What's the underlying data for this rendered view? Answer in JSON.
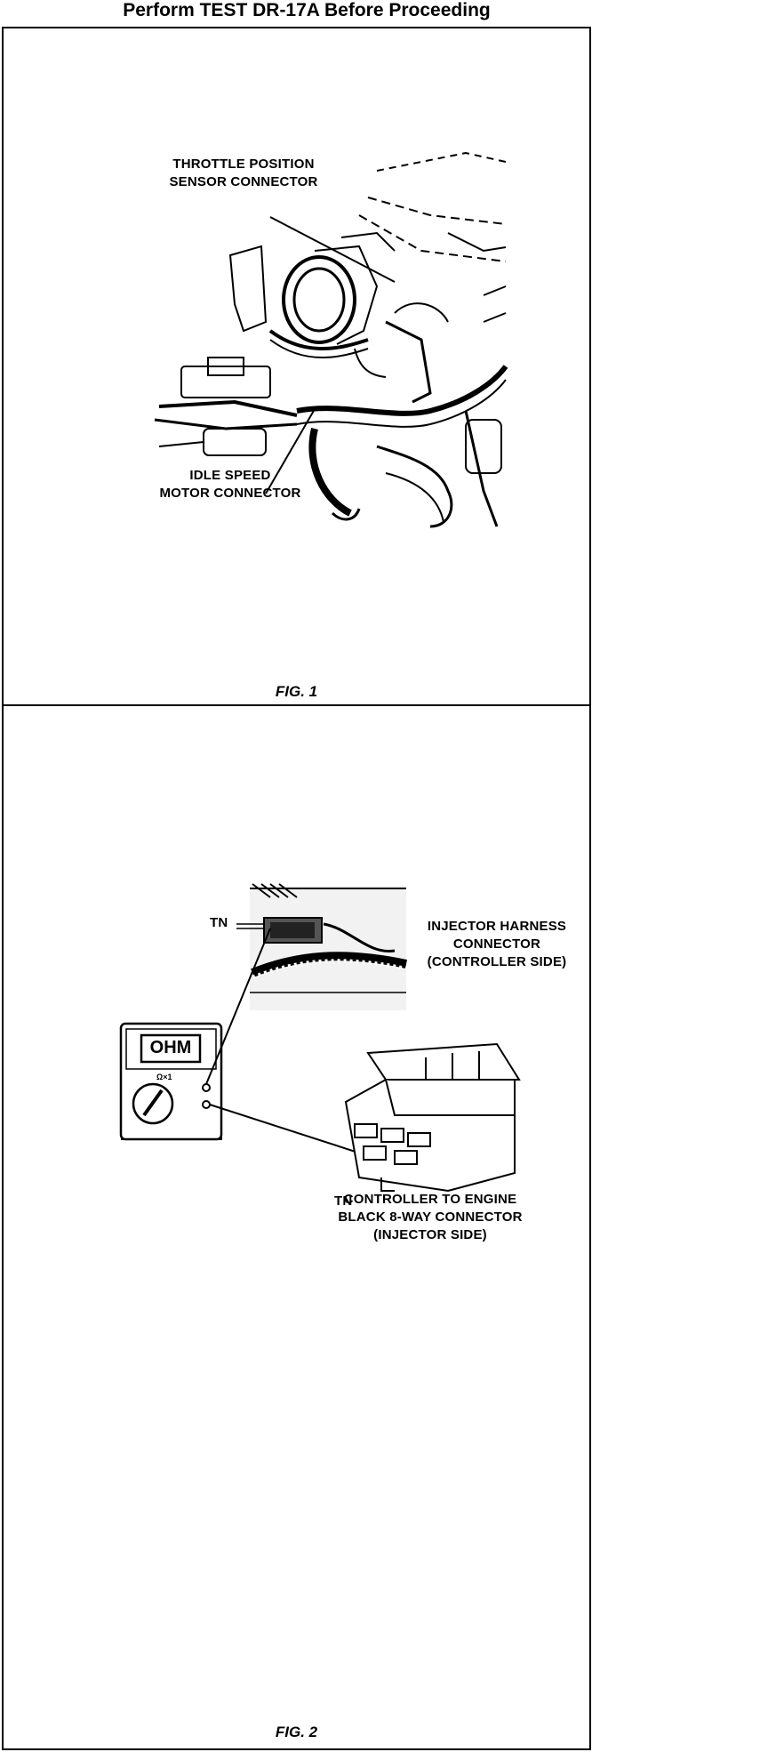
{
  "header": {
    "title": "Perform TEST DR-17A Before Proceeding"
  },
  "fig1": {
    "caption": "FIG. 1",
    "labels": {
      "tps_line1": "THROTTLE POSITION",
      "tps_line2": "SENSOR CONNECTOR",
      "isc_line1": "IDLE SPEED",
      "isc_line2": "MOTOR CONNECTOR"
    }
  },
  "fig2": {
    "caption": "FIG. 2",
    "meter": {
      "display": "OHM",
      "range": "Ω×1"
    },
    "labels": {
      "tn_top": "TN",
      "tn_bottom": "TN",
      "inj_line1": "INJECTOR HARNESS",
      "inj_line2": "CONNECTOR",
      "inj_line3": "(CONTROLLER SIDE)",
      "ctrl_line1": "CONTROLLER TO ENGINE",
      "ctrl_line2": "BLACK 8-WAY CONNECTOR",
      "ctrl_line3": "(INJECTOR SIDE)"
    }
  }
}
